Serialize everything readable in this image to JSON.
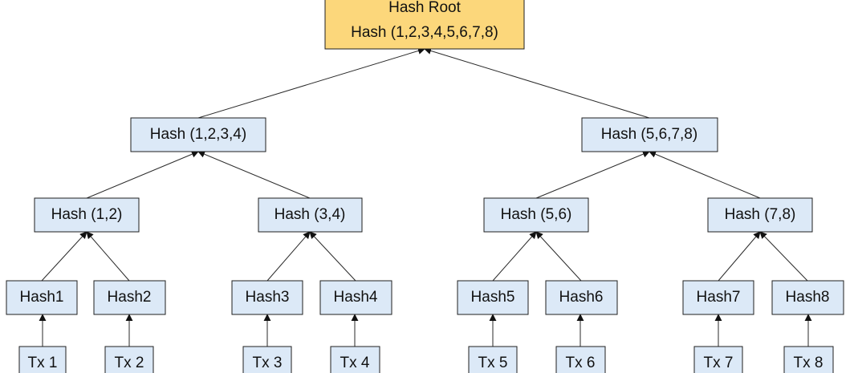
{
  "colors": {
    "root_fill": "#fcd77b",
    "node_fill": "#dce9f7",
    "stroke": "#1f1f1f"
  },
  "root": {
    "line1": "Hash Root",
    "line2": "Hash (1,2,3,4,5,6,7,8)"
  },
  "level1": [
    {
      "label": "Hash (1,2,3,4)"
    },
    {
      "label": "Hash (5,6,7,8)"
    }
  ],
  "level2": [
    {
      "label": "Hash (1,2)"
    },
    {
      "label": "Hash (3,4)"
    },
    {
      "label": "Hash (5,6)"
    },
    {
      "label": "Hash (7,8)"
    }
  ],
  "level3": [
    {
      "label": "Hash1"
    },
    {
      "label": "Hash2"
    },
    {
      "label": "Hash3"
    },
    {
      "label": "Hash4"
    },
    {
      "label": "Hash5"
    },
    {
      "label": "Hash6"
    },
    {
      "label": "Hash7"
    },
    {
      "label": "Hash8"
    }
  ],
  "transactions": [
    {
      "label": "Tx 1"
    },
    {
      "label": "Tx 2"
    },
    {
      "label": "Tx 3"
    },
    {
      "label": "Tx 4"
    },
    {
      "label": "Tx 5"
    },
    {
      "label": "Tx 6"
    },
    {
      "label": "Tx 7"
    },
    {
      "label": "Tx 8"
    }
  ]
}
